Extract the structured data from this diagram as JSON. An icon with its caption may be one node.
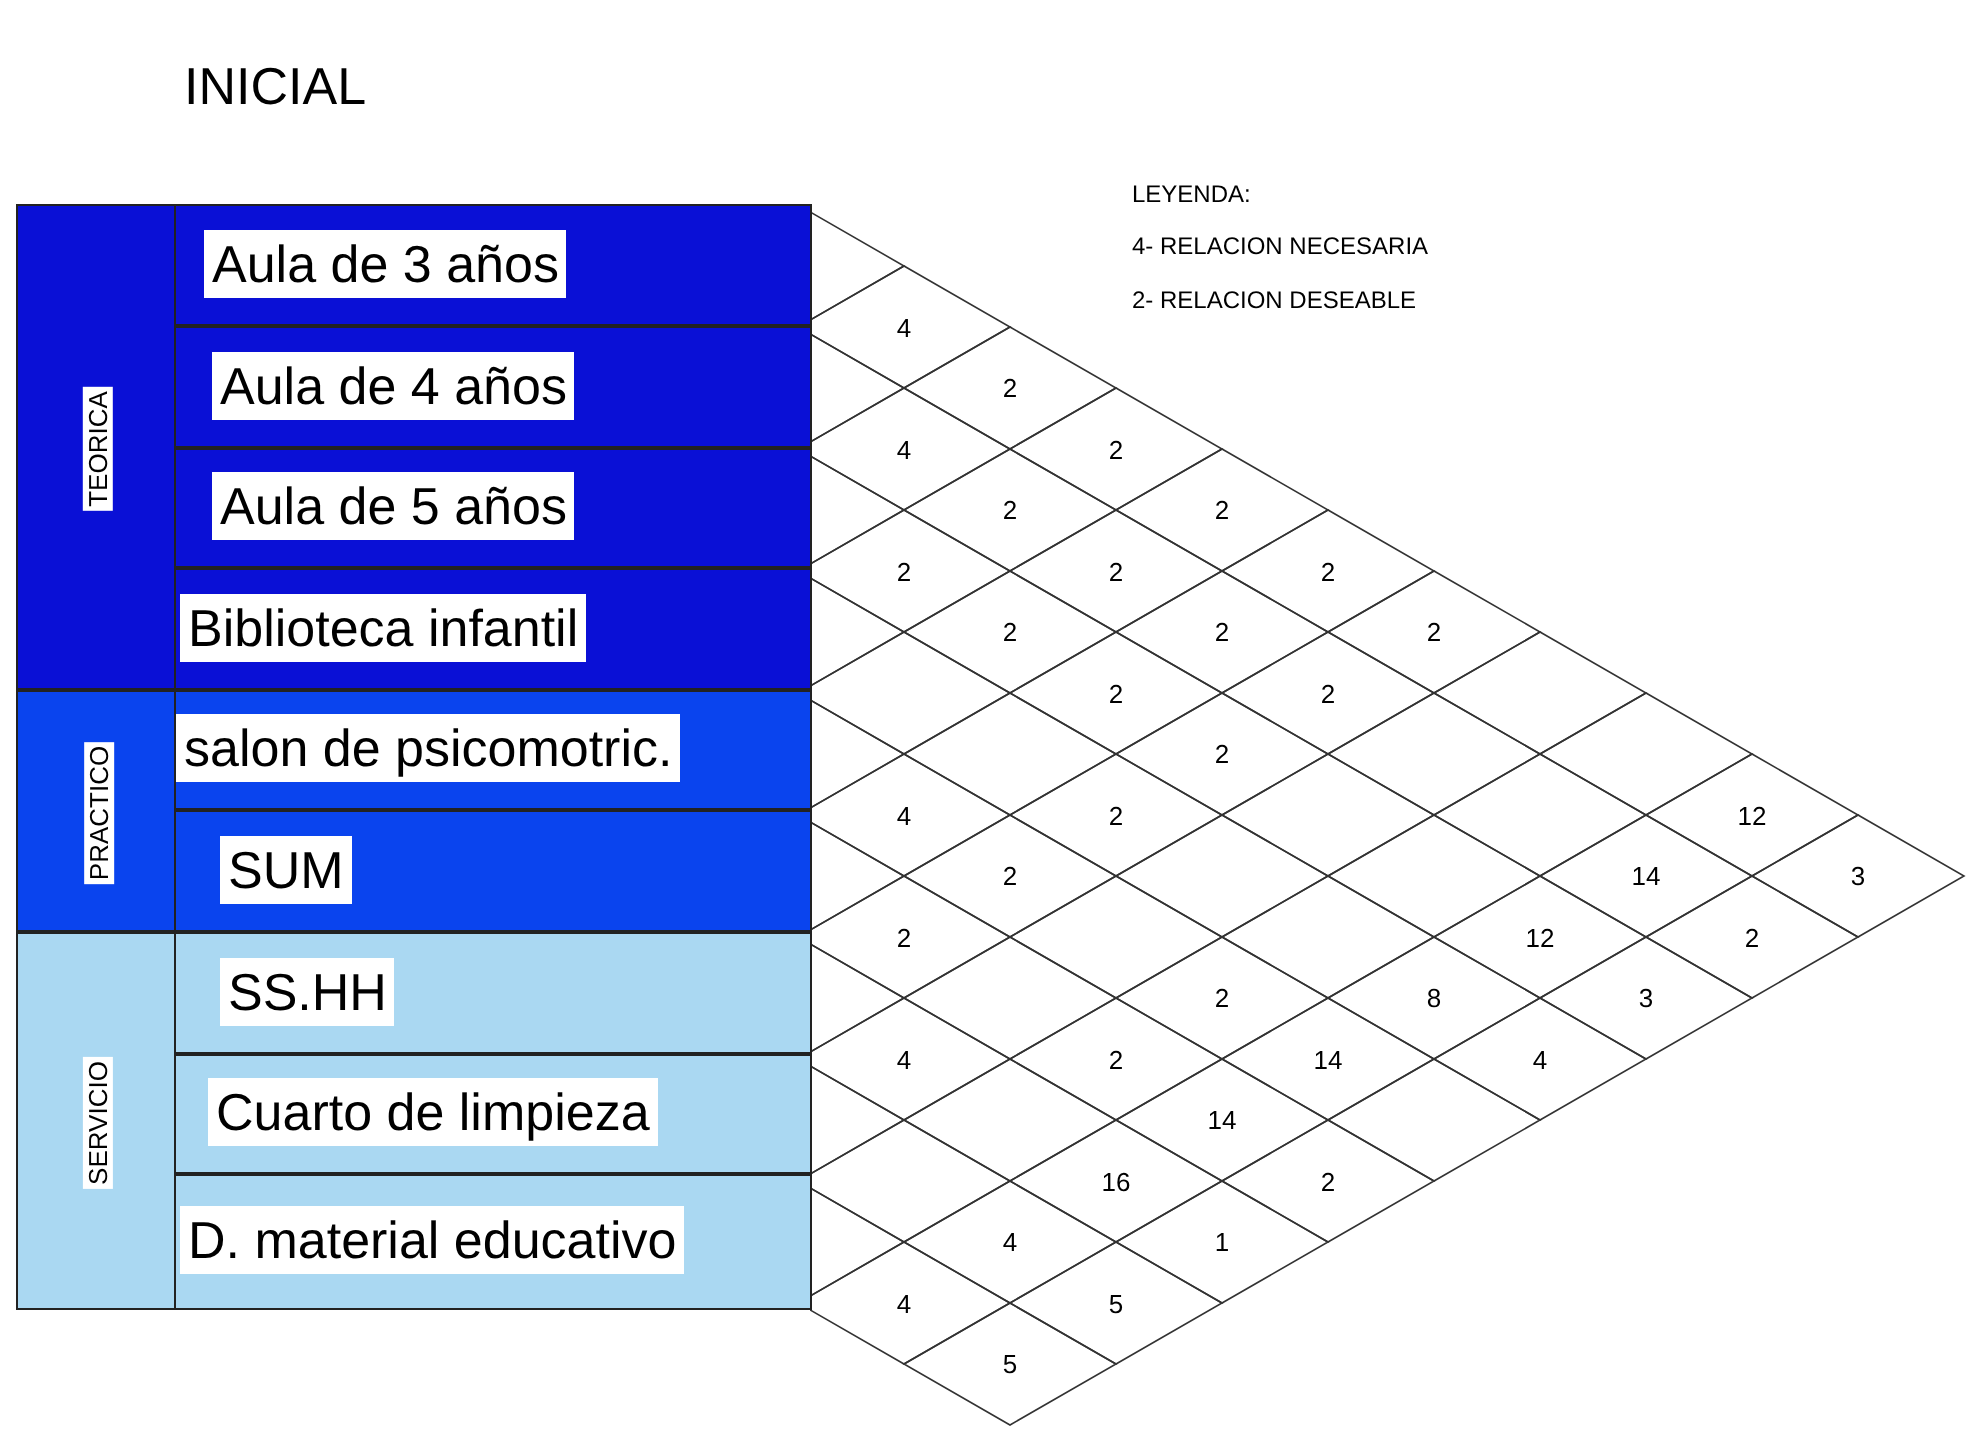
{
  "diagram": {
    "title": "INICIAL",
    "nodes": [
      {
        "text": [
          "TEORICA"
        ]
      },
      {
        "text": [
          "Aula de 3 años"
        ]
      },
      {
        "text": [
          "Aula de 4 años"
        ]
      },
      {
        "text": [
          "Aula de 5 años"
        ]
      },
      {
        "text": [
          "Biblioteca infantil"
        ]
      },
      {
        "text": [
          "PRACTICO"
        ]
      },
      {
        "text": [
          "salon de psicomotric."
        ]
      },
      {
        "text": [
          "SUM"
        ]
      },
      {
        "text": [
          "SERVICIO"
        ]
      },
      {
        "text": [
          "SS.HH"
        ]
      },
      {
        "text": [
          "Cuarto de limpieza"
        ]
      },
      {
        "text": [
          "D. material educativo"
        ]
      }
    ],
    "labels": [
      "LEYENDA:",
      "4- RELACION NECESARIA",
      "2- RELACION DESEABLE",
      "4",
      "2",
      "4",
      "2",
      "2",
      "2",
      "2",
      "2",
      "2",
      "2",
      "2",
      "2",
      "2",
      "2",
      "2",
      "4",
      "2",
      "12",
      "2",
      "14",
      "3",
      "2",
      "12",
      "2",
      "2",
      "8",
      "3",
      "4",
      "2",
      "14",
      "4",
      "14",
      "16",
      "2",
      "4",
      "1",
      "4",
      "5",
      "5"
    ]
  }
}
